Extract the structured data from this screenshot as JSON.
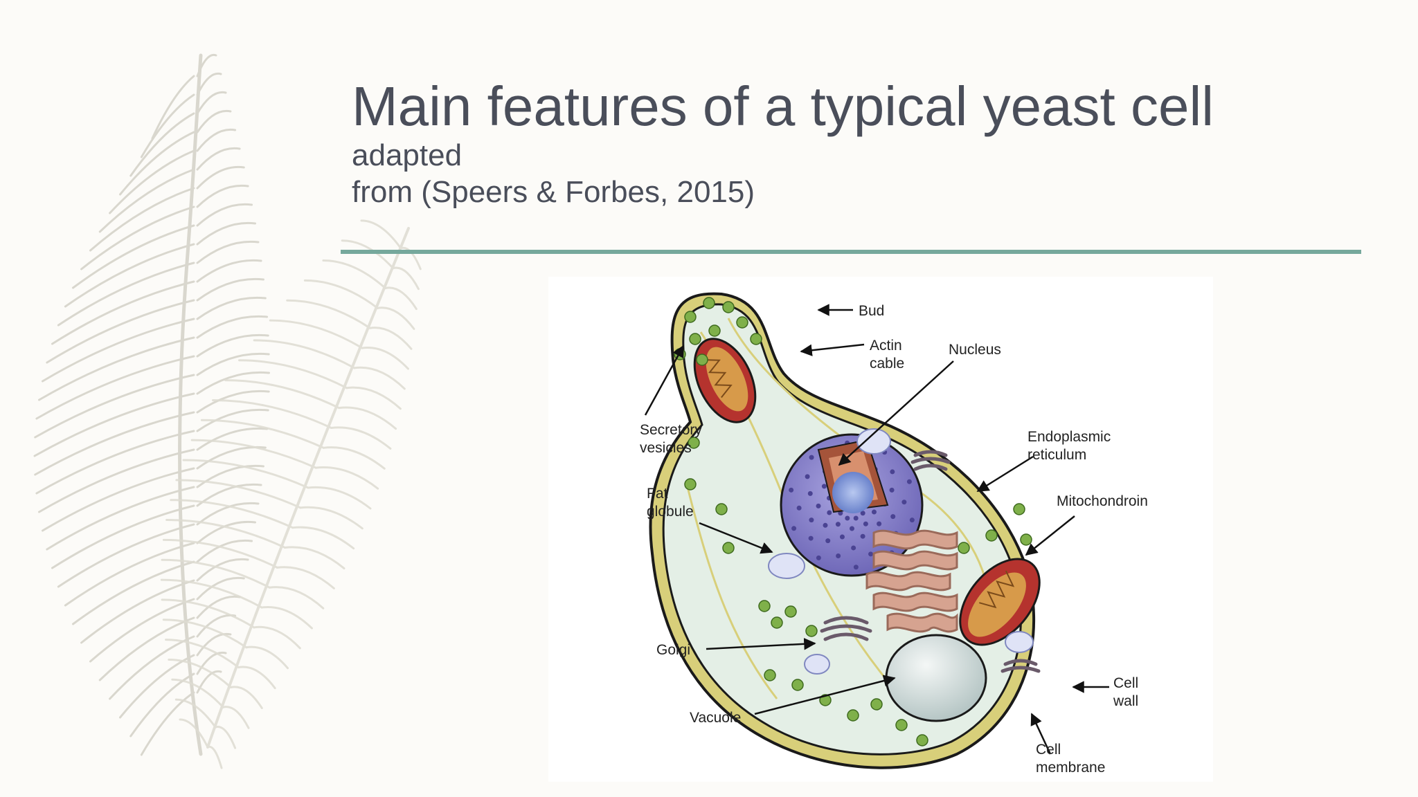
{
  "slide": {
    "title_main": "Main features of a typical yeast cell",
    "title_small": "adapted",
    "title_line2": "from (Speers & Forbes, 2015)"
  },
  "diagram": {
    "labels": {
      "bud": "Bud",
      "actin_1": "Actin",
      "actin_2": "cable",
      "nucleus": "Nucleus",
      "secretory_1": "Secretory",
      "secretory_2": "vesicles",
      "er_1": "Endoplasmic",
      "er_2": "reticulum",
      "fat_1": "Fat",
      "fat_2": "globule",
      "mito": "Mitochondroin",
      "golgi": "Golgi",
      "vacuole": "Vacuole",
      "wall_1": "Cell",
      "wall_2": "wall",
      "membrane_1": "Cell",
      "membrane_2": "membrane"
    },
    "colors": {
      "cell_wall": "#d8cf7a",
      "cytoplasm": "#e4efe6",
      "nucleus": "#8c86cf",
      "mitochondrion": "#b5332e",
      "vesicle": "#7fb04a",
      "vacuole": "#d3dcdc",
      "er": "#c98f7e"
    }
  }
}
